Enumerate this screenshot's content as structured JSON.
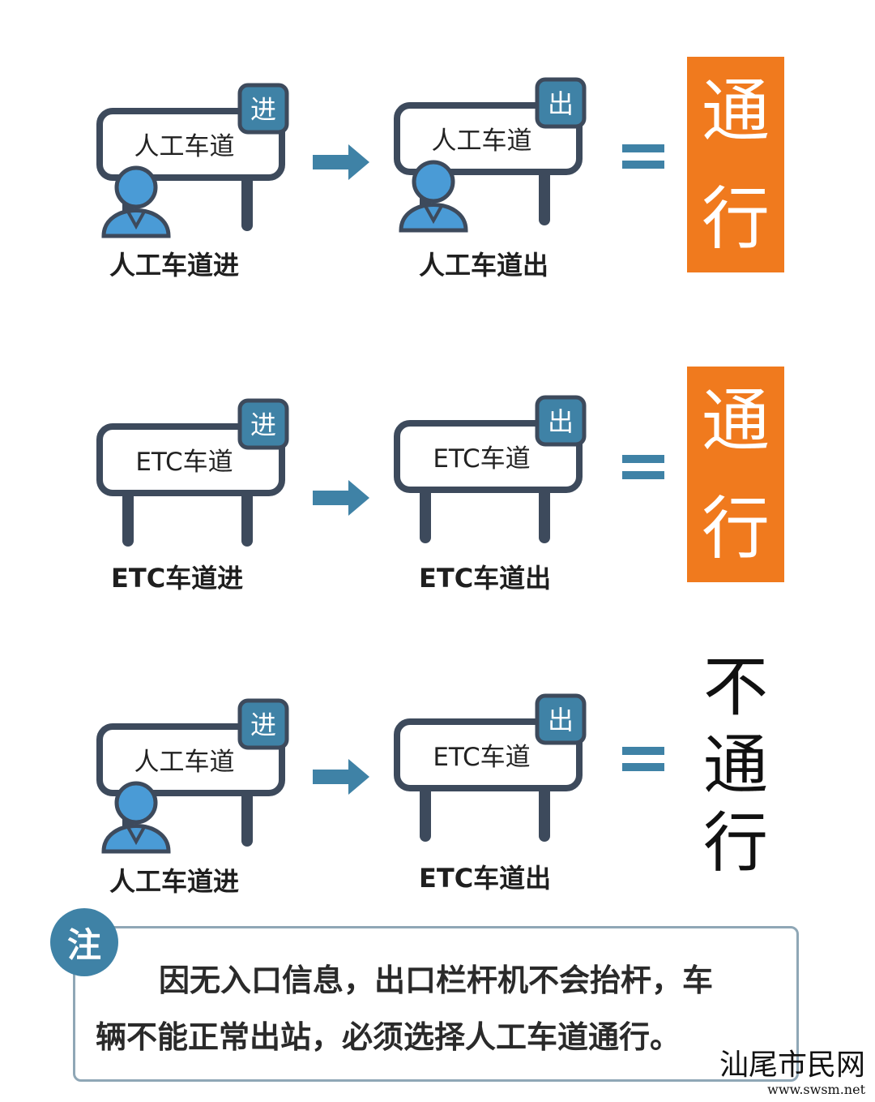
{
  "colors": {
    "outline": "#3d4a5c",
    "board_fill": "#ffffff",
    "tag_fill": "#3f82a6",
    "person": "#4a9bd6",
    "arrow": "#3f82a6",
    "pass": "#f07a1e"
  },
  "rows": [
    {
      "entry": {
        "board": "人工车道",
        "tag": "进",
        "caption": "人工车道进",
        "person": true
      },
      "exit": {
        "board": "人工车道",
        "tag": "出",
        "caption": "人工车道出",
        "person": true
      },
      "result": {
        "chars": [
          "通",
          "行"
        ],
        "style": "highlight"
      }
    },
    {
      "entry": {
        "board": "ETC车道",
        "tag": "进",
        "caption": "ETC车道进",
        "person": false
      },
      "exit": {
        "board": "ETC车道",
        "tag": "出",
        "caption": "ETC车道出",
        "person": false
      },
      "result": {
        "chars": [
          "通",
          "行"
        ],
        "style": "highlight"
      }
    },
    {
      "entry": {
        "board": "人工车道",
        "tag": "进",
        "caption": "人工车道进",
        "person": true
      },
      "exit": {
        "board": "ETC车道",
        "tag": "出",
        "caption": "ETC车道出",
        "person": false
      },
      "result": {
        "chars": [
          "不",
          "通",
          "行"
        ],
        "style": "plain"
      }
    }
  ],
  "note": {
    "badge": "注",
    "line1": "因无入口信息，出口栏杆机不会抬杆，车",
    "line2": "辆不能正常出站，必须选择人工车道通行。"
  },
  "watermark": {
    "name": "汕尾市民网",
    "url": "www.swsm.net"
  }
}
